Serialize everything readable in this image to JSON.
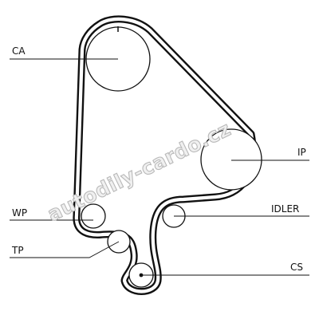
{
  "diagram": {
    "labels": {
      "ca": "CA",
      "ip": "IP",
      "wp": "WP",
      "idler": "IDLER",
      "tp": "TP",
      "cs": "CS"
    },
    "watermark": "autodily-cardo.cz"
  }
}
